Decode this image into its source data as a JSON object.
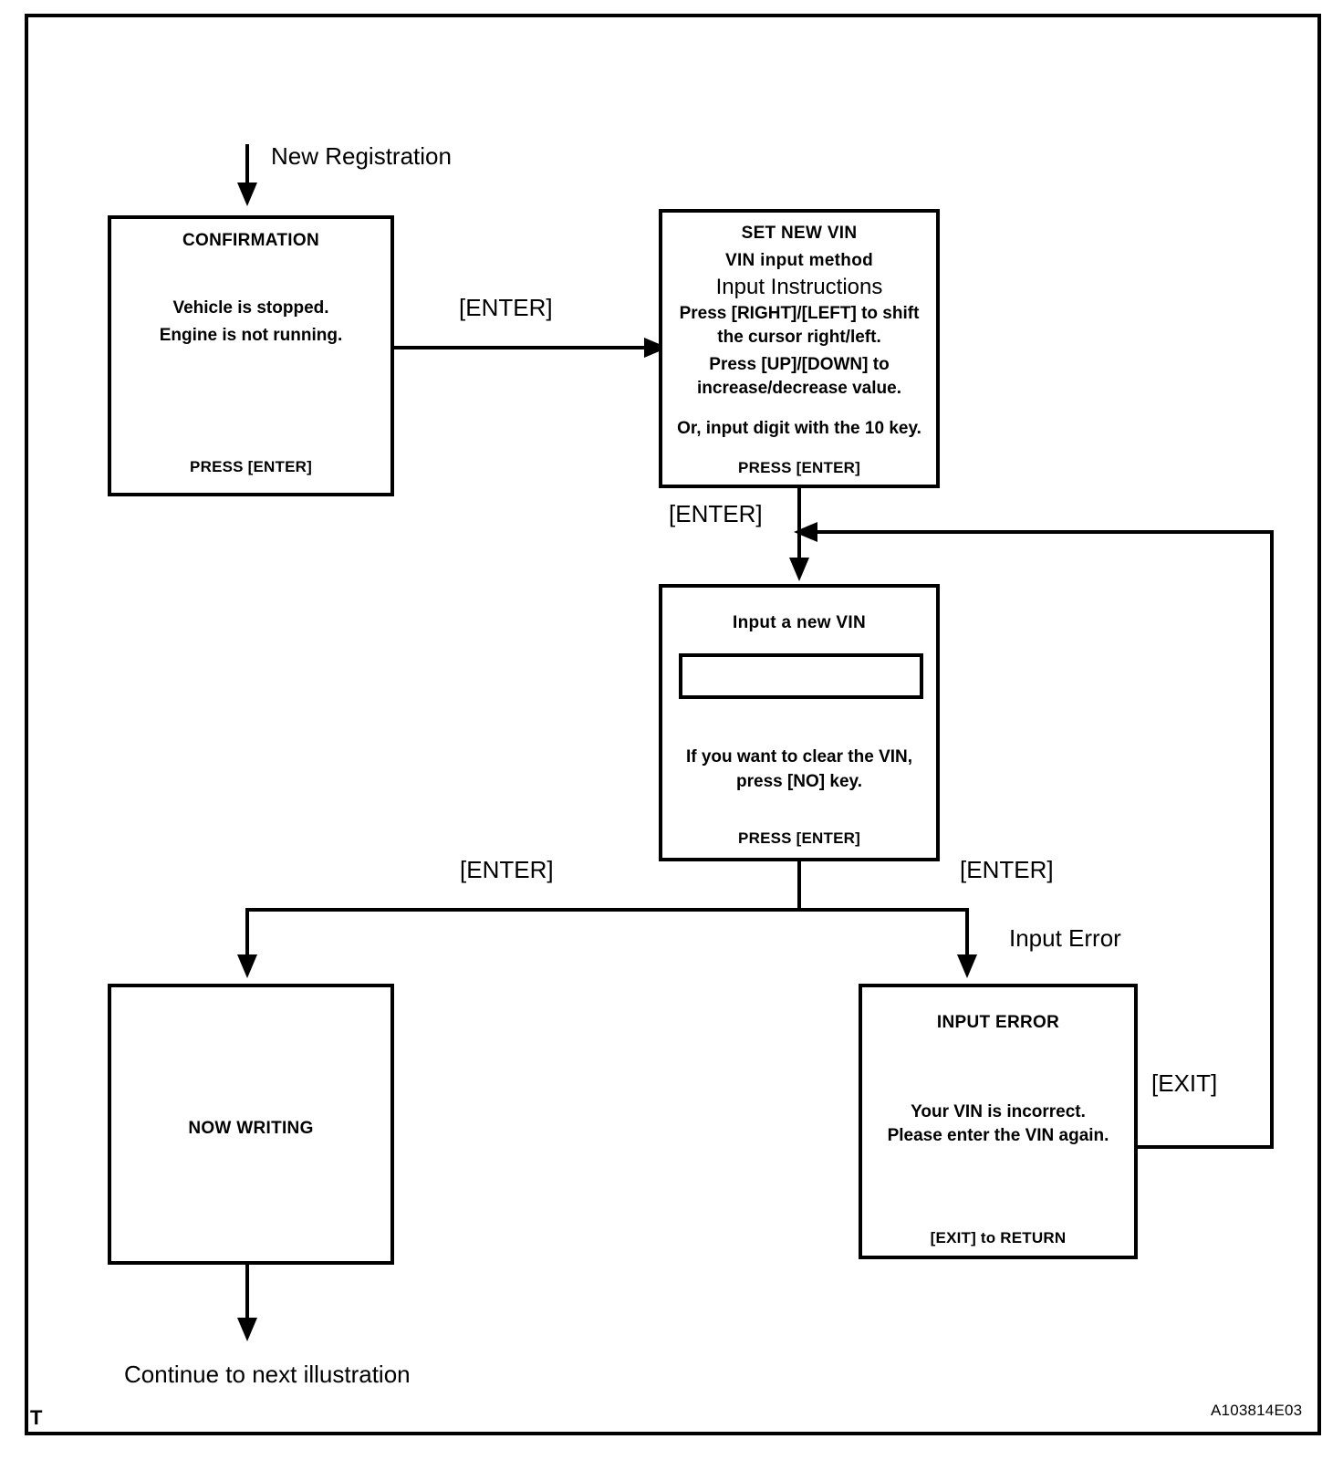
{
  "diagram": {
    "entry_label": "New Registration",
    "exit_label": "Continue to next illustration",
    "corner_mark": "T",
    "reference_code": "A103814E03",
    "line_color": "#000000",
    "background_color": "#ffffff"
  },
  "boxes": {
    "confirmation": {
      "title": "CONFIRMATION",
      "body_line1": "Vehicle is stopped.",
      "body_line2": "Engine is not running.",
      "footer": "PRESS [ENTER]"
    },
    "set_new_vin": {
      "title": "SET NEW VIN",
      "subtitle": "VIN input method",
      "heading": "Input Instructions",
      "line1": "Press [RIGHT]/[LEFT] to shift",
      "line2": "the cursor right/left.",
      "line3": "Press [UP]/[DOWN]  to",
      "line4": "increase/decrease value.",
      "line5": "Or, input digit with the 10 key.",
      "footer": "PRESS [ENTER]"
    },
    "input_new_vin": {
      "title": "Input a new VIN",
      "field_value": "",
      "note_line1": "If you want to clear the VIN,",
      "note_line2": "press [NO] key.",
      "footer": "PRESS [ENTER]"
    },
    "now_writing": {
      "title": "NOW WRITING"
    },
    "input_error": {
      "title": "INPUT  ERROR",
      "body_line1": "Your VIN is incorrect.",
      "body_line2": "Please enter the VIN again.",
      "footer": "[EXIT] to RETURN"
    }
  },
  "transitions": {
    "confirmation_to_setvin": "[ENTER]",
    "setvin_to_inputvin": "[ENTER]",
    "inputvin_to_nowwriting": "[ENTER]",
    "inputvin_to_error": "[ENTER]",
    "error_branch_label": "Input Error",
    "error_to_inputvin": "[EXIT]"
  }
}
